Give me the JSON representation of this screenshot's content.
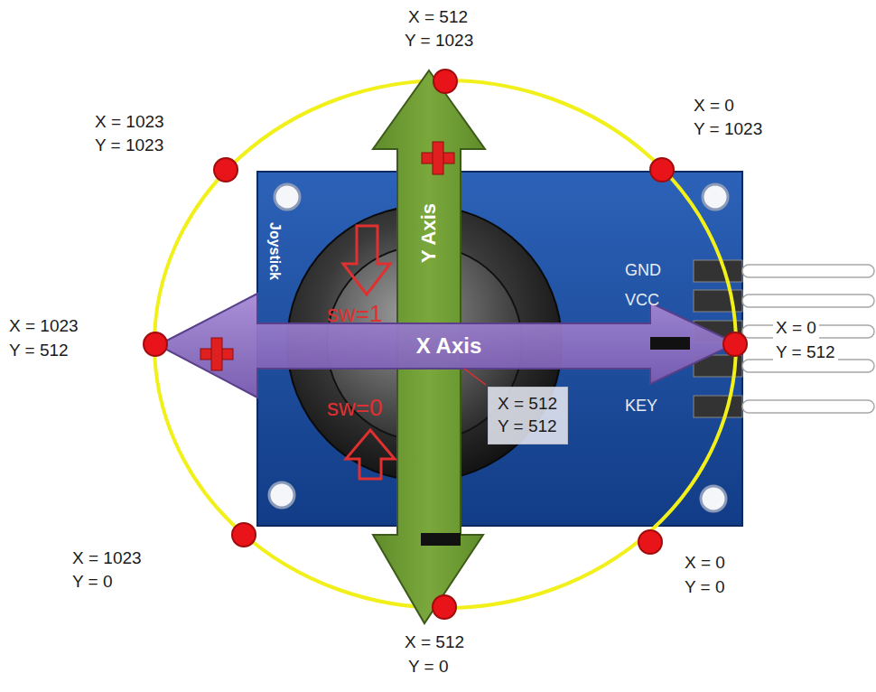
{
  "diagram": {
    "nodes": [
      {
        "text": [
          "X = 512",
          "Y = 512"
        ]
      }
    ],
    "labels": [
      "X = 512",
      "Y = 1023",
      "X = 1023",
      "Y = 1023",
      "X = 0",
      "Y = 1023",
      "X = 1023",
      "Y = 512",
      "X = 0",
      "Y = 512",
      "Y Axis",
      "X Axis",
      "sw=1",
      "sw=0",
      "Joystick",
      "GND",
      "VCC",
      "KEY",
      "X = 1023",
      "Y = 0",
      "X = 0",
      "Y = 0",
      "X = 512",
      "Y = 0"
    ]
  }
}
